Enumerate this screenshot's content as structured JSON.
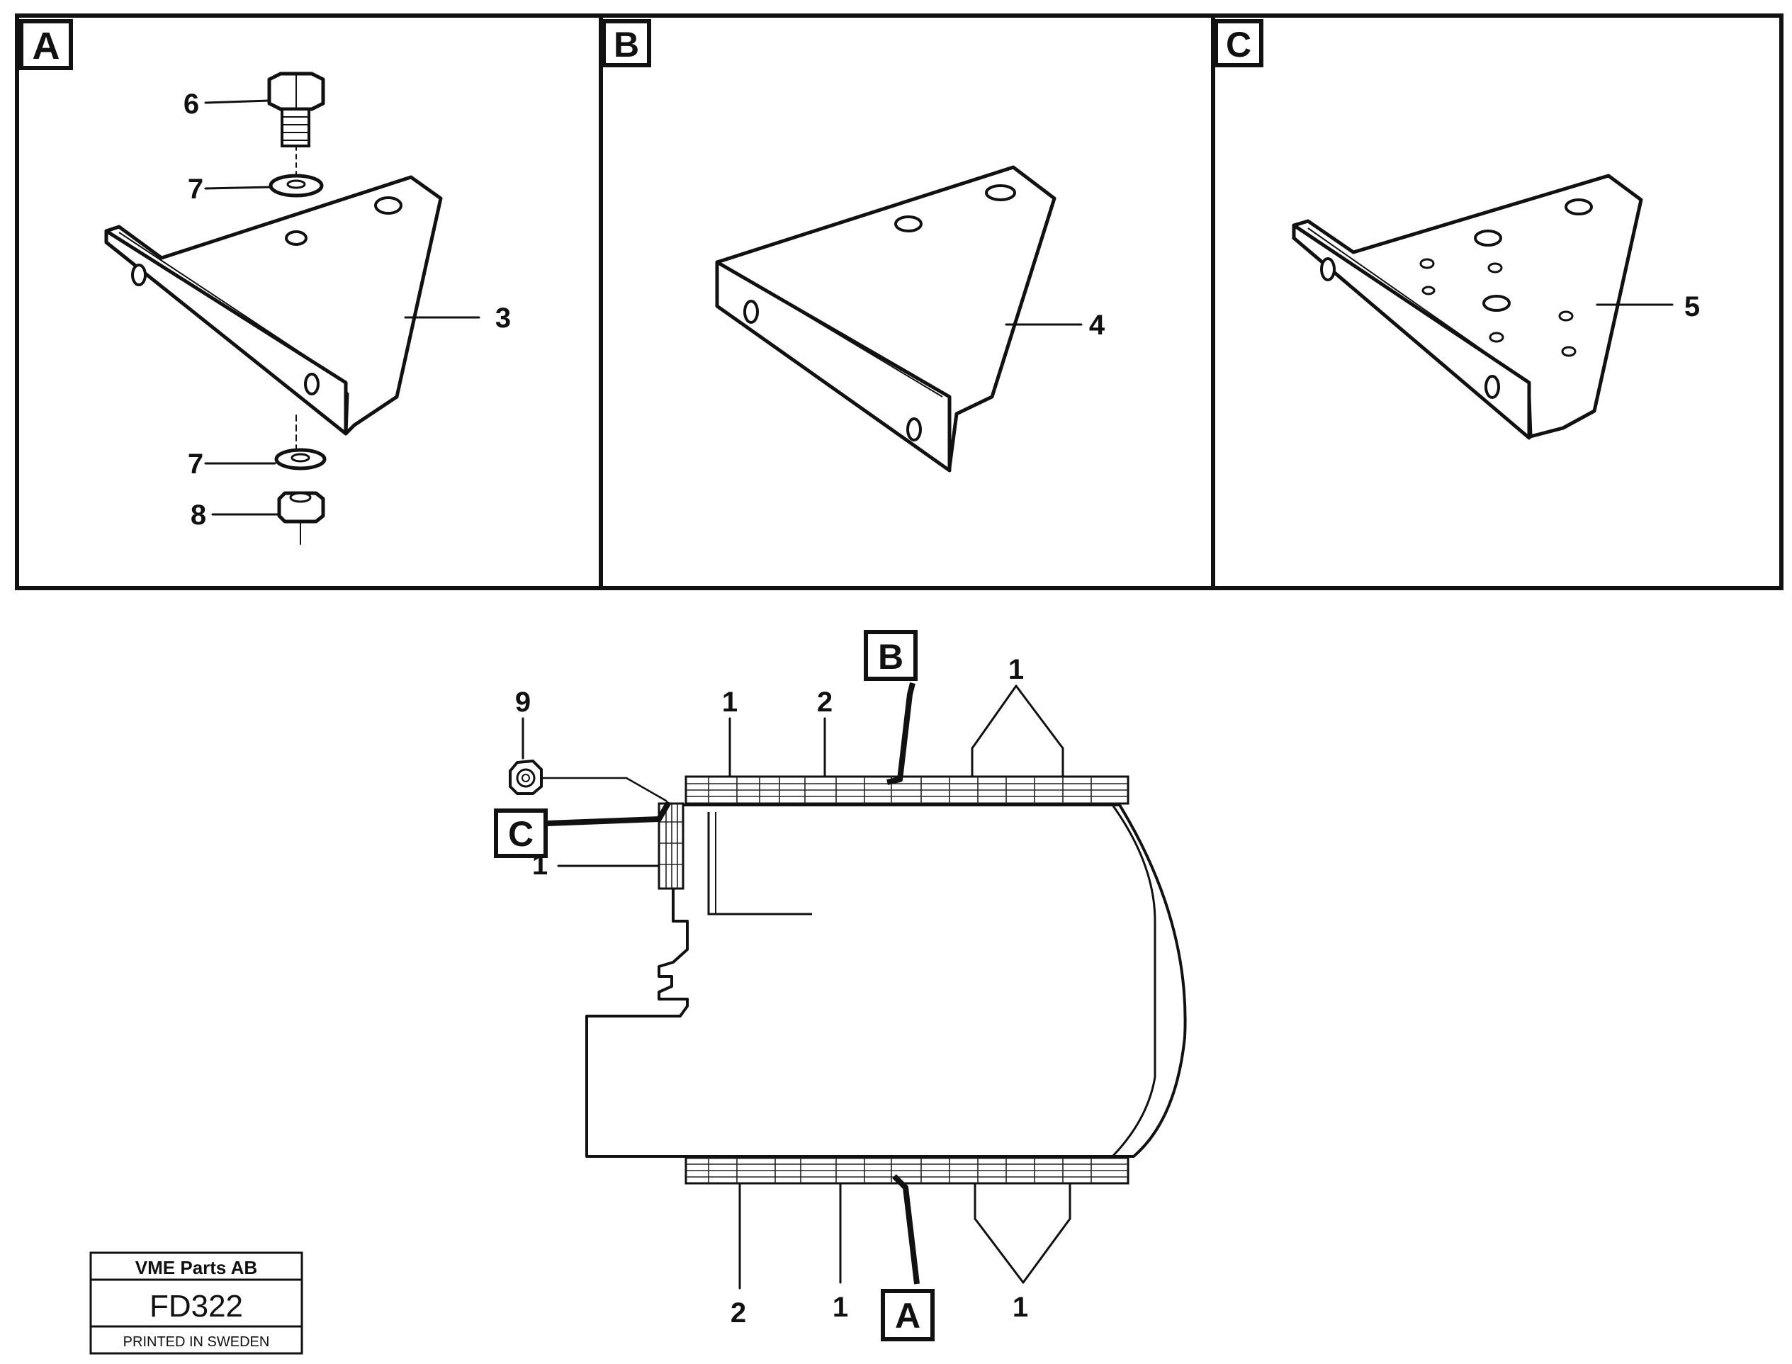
{
  "panels": [
    {
      "letter": "A",
      "part_numbers": [
        "6",
        "7",
        "3",
        "7",
        "8"
      ]
    },
    {
      "letter": "B",
      "part_numbers": [
        "4"
      ]
    },
    {
      "letter": "C",
      "part_numbers": [
        "5"
      ]
    }
  ],
  "assembly": {
    "callouts": {
      "nut": "9",
      "top_left_1": "1",
      "top_2": "2",
      "top_right_1": "1",
      "side_1": "1",
      "bottom_2": "2",
      "bottom_1": "1",
      "bottom_right_1": "1"
    },
    "view_refs": {
      "b": "B",
      "c": "C",
      "a": "A"
    }
  },
  "title_block": {
    "company": "VME Parts AB",
    "code": "FD322",
    "printed": "PRINTED IN SWEDEN"
  }
}
